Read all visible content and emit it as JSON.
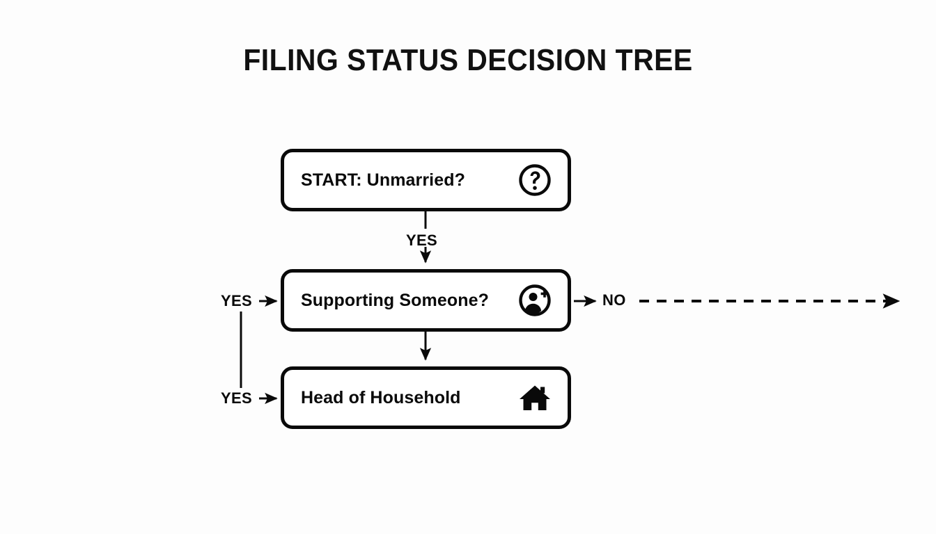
{
  "title": "FILING STATUS DECISION TREE",
  "background_color": "#fdfdfd",
  "stroke_color": "#0a0a0a",
  "nodes": [
    {
      "id": "start",
      "label": "START: Unmarried?",
      "icon": "question-circle-icon",
      "shape": "rounded-rectangle"
    },
    {
      "id": "supporting",
      "label": "Supporting Someone?",
      "icon": "person-add-icon",
      "shape": "rounded-rectangle"
    },
    {
      "id": "head-of-household",
      "label": "Head of Household",
      "icon": "house-icon",
      "shape": "rounded-rectangle"
    }
  ],
  "edges": [
    {
      "id": "start-to-supporting",
      "label": "YES",
      "from": "start",
      "to": "supporting",
      "style": "solid",
      "direction": "down"
    },
    {
      "id": "yes-into-supporting",
      "label": "YES",
      "to": "supporting",
      "style": "solid",
      "direction": "right"
    },
    {
      "id": "yes-into-head-of-household",
      "label": "YES",
      "to": "head-of-household",
      "style": "solid",
      "direction": "right"
    },
    {
      "id": "supporting-to-head-of-household",
      "label": "",
      "from": "supporting",
      "to": "head-of-household",
      "style": "solid",
      "direction": "down"
    },
    {
      "id": "supporting-no-exit",
      "label": "NO",
      "from": "supporting",
      "style": "dashed",
      "direction": "right"
    }
  ]
}
